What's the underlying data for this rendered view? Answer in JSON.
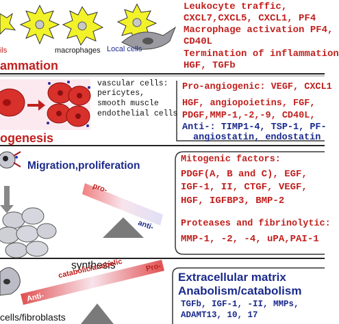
{
  "panel1": {
    "cell_label_partial": "ils",
    "macrophages": "macrophages",
    "local_cells": "Local cells",
    "title_partial": "ammation",
    "lines": [
      "Leukocyte traffic,",
      "CXCL7,CXCL5, CXCL1, PF4",
      "Macrophage activation PF4,",
      "CD40L",
      "Termination of inflammation",
      "HGF, TGFb"
    ]
  },
  "panel2": {
    "vascular": [
      "vascular cells:",
      "pericytes,",
      "smooth muscle",
      "endothelial cells"
    ],
    "title_partial": "ogenesis",
    "pro_line": "Pro-angiogenic: VEGF, CXCL1",
    "factor_lines": [
      "HGF,  angiopoietins, FGF,",
      "PDGF,MMP-1,-2,-9, CD40L,"
    ],
    "anti_line": "Anti-: TIMP1-4, TSP-1, PF-",
    "anti_line2": "angiostatin, endostatin"
  },
  "panel3": {
    "title": "Migration,proliferation",
    "pro_label": "pro-",
    "anti_label": "anti-",
    "mitogenic_title": "Mitogenic factors:",
    "mitogenic_lines": [
      "PDGF(A, B and C), EGF,",
      "IGF-1, II, CTGF, VEGF,",
      "HGF, IGFBP3, BMP-2"
    ],
    "protease_title": "Proteases and fibrinolytic:",
    "protease_line": "MMP-1, -2, -4, uPA,PAI-1"
  },
  "panel4": {
    "synthesis": "synthesis",
    "catabolic": "catabolic/anabolic",
    "pro_label": "Pro-",
    "anti_label": "Anti-",
    "ecm_title": "Extracellular matrix",
    "ecm_sub": "Anabolism/catabolism",
    "ecm_line1": "TGFb, IGF-1, -II, MMPs,",
    "ecm_line2": "ADAMT13, 10, 17",
    "bottom_label": "cells/fibroblasts"
  },
  "colors": {
    "red": "#c0201e",
    "blue": "#1a2a8c",
    "cell_red": "#d8302a",
    "yellow": "#f2f22a"
  }
}
